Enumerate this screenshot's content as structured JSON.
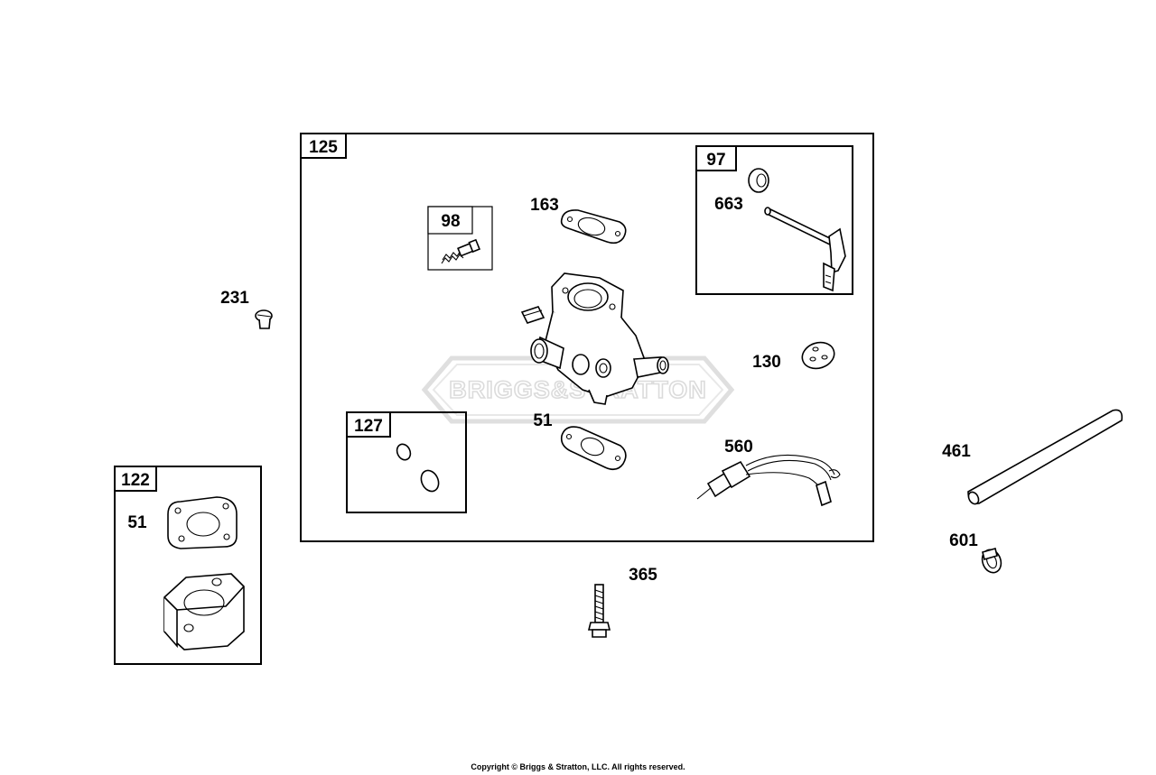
{
  "watermark": {
    "text": "BRIGGS&STRATTON"
  },
  "kits": {
    "k125": "125",
    "k97": "97",
    "k98": "98",
    "k127": "127",
    "k122": "122"
  },
  "parts": {
    "p163": "163",
    "p663": "663",
    "p231": "231",
    "p130": "130",
    "p51_main": "51",
    "p560": "560",
    "p461": "461",
    "p51_kit": "51",
    "p601": "601",
    "p365": "365"
  },
  "footer": {
    "copyright": "Copyright © Briggs & Stratton, LLC. All rights reserved."
  }
}
